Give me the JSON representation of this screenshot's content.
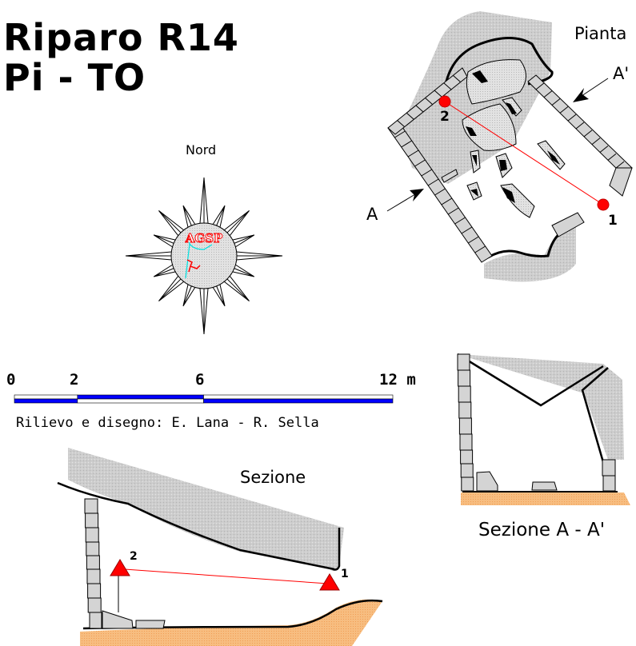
{
  "title": {
    "line1": "Riparo R14",
    "line2": "Pi - TO"
  },
  "compass": {
    "label": "Nord",
    "logo_text": "AGSP"
  },
  "plan": {
    "label": "Pianta",
    "section_marker_a": "A",
    "section_marker_a_prime": "A'",
    "station_1": "1",
    "station_2": "2"
  },
  "scale_bar": {
    "unit": "m",
    "ticks": [
      "0",
      "2",
      "6",
      "12 m"
    ],
    "tick_values_m": [
      0,
      2,
      6,
      12
    ]
  },
  "credits": "Rilievo e disegno: E. Lana - R. Sella",
  "long_section": {
    "label": "Sezione",
    "station_1": "1",
    "station_2": "2"
  },
  "cross_section": {
    "label": "Sezione A - A'"
  },
  "colors": {
    "rock_gray": "#c8c8c8",
    "wall_block": "#d0d0d0",
    "ground_orange": "#f5b878",
    "station_red": "#ff0000",
    "scale_blue": "#0000ff",
    "logo_red": "#ff0000",
    "logo_cyan": "#00e0e0"
  }
}
